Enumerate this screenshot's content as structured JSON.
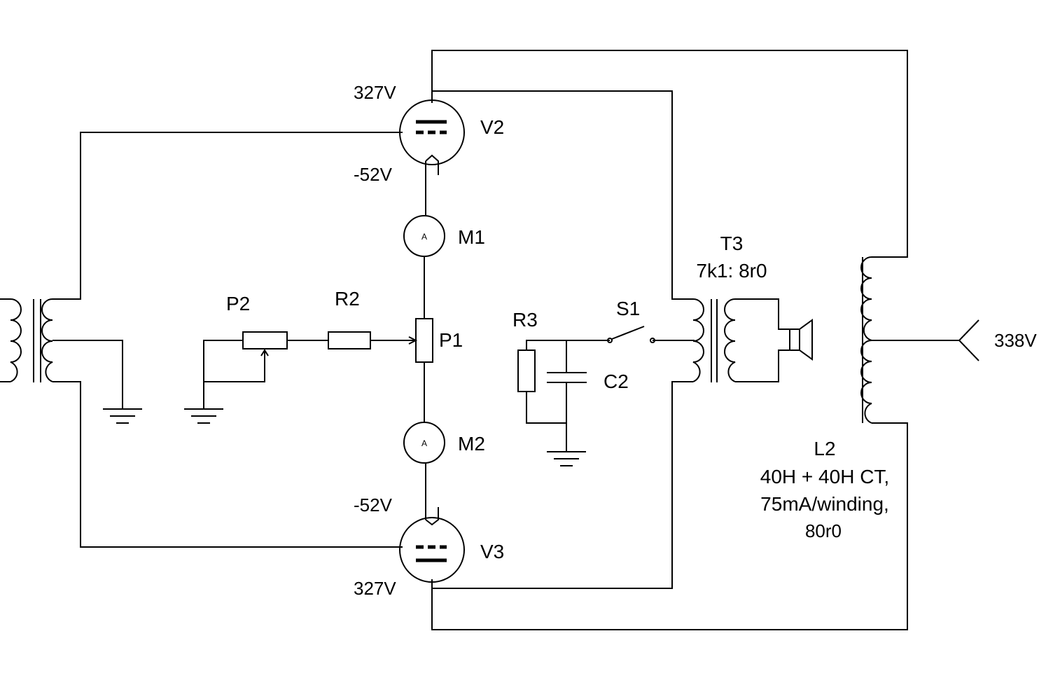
{
  "components": {
    "V2": {
      "ref": "V2",
      "anode_voltage": "327V",
      "cathode_voltage": "-52V"
    },
    "V3": {
      "ref": "V3",
      "anode_voltage": "327V",
      "cathode_voltage": "-52V"
    },
    "M1": {
      "ref": "M1",
      "symbol": "A"
    },
    "M2": {
      "ref": "M2",
      "symbol": "A"
    },
    "P1": {
      "ref": "P1"
    },
    "P2": {
      "ref": "P2"
    },
    "R2": {
      "ref": "R2"
    },
    "R3": {
      "ref": "R3"
    },
    "C2": {
      "ref": "C2"
    },
    "S1": {
      "ref": "S1"
    },
    "T3": {
      "ref": "T3",
      "ratio": "7k1: 8r0"
    },
    "L2": {
      "ref": "L2",
      "spec_line1": "40H + 40H CT,",
      "spec_line2": "75mA/winding,",
      "spec_line3": "80r0"
    },
    "supply": {
      "voltage": "338V"
    }
  }
}
